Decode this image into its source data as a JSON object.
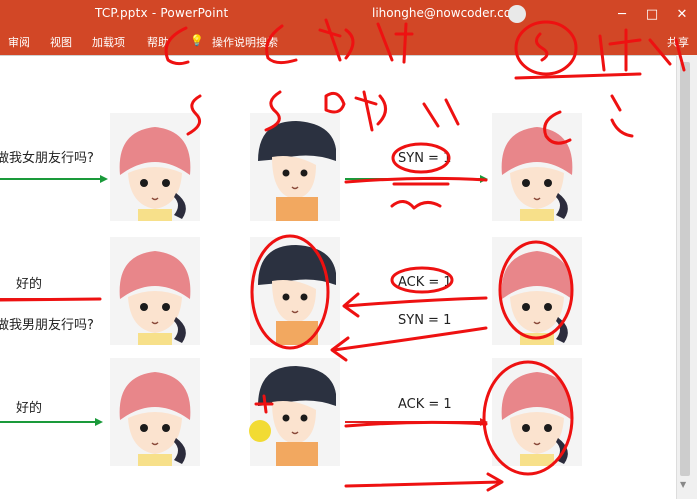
{
  "window": {
    "title": "TCP.pptx  -  PowerPoint",
    "user": "lihonghe@nowcoder.com",
    "controls": [
      "─",
      "□",
      "✕"
    ]
  },
  "ribbon": {
    "tabs": [
      "审阅",
      "视图",
      "加载项",
      "帮助"
    ],
    "tell_me_placeholder": "操作说明搜索",
    "share": "共享"
  },
  "slide": {
    "row1": {
      "left_text": "做我女朋友行吗?",
      "msg": "SYN = 1"
    },
    "row2": {
      "left_text_top": "好的",
      "left_text_bottom": "做我男朋友行吗?",
      "msg_ack": "ACK = 1",
      "msg_syn": "SYN = 1"
    },
    "row3": {
      "left_text": "好的",
      "msg": "ACK = 1"
    }
  },
  "colors": {
    "ribbon": "#d24726",
    "arrow_green": "#1a9a3a",
    "arrow_red": "#e02020",
    "ink": "#ee1111"
  }
}
